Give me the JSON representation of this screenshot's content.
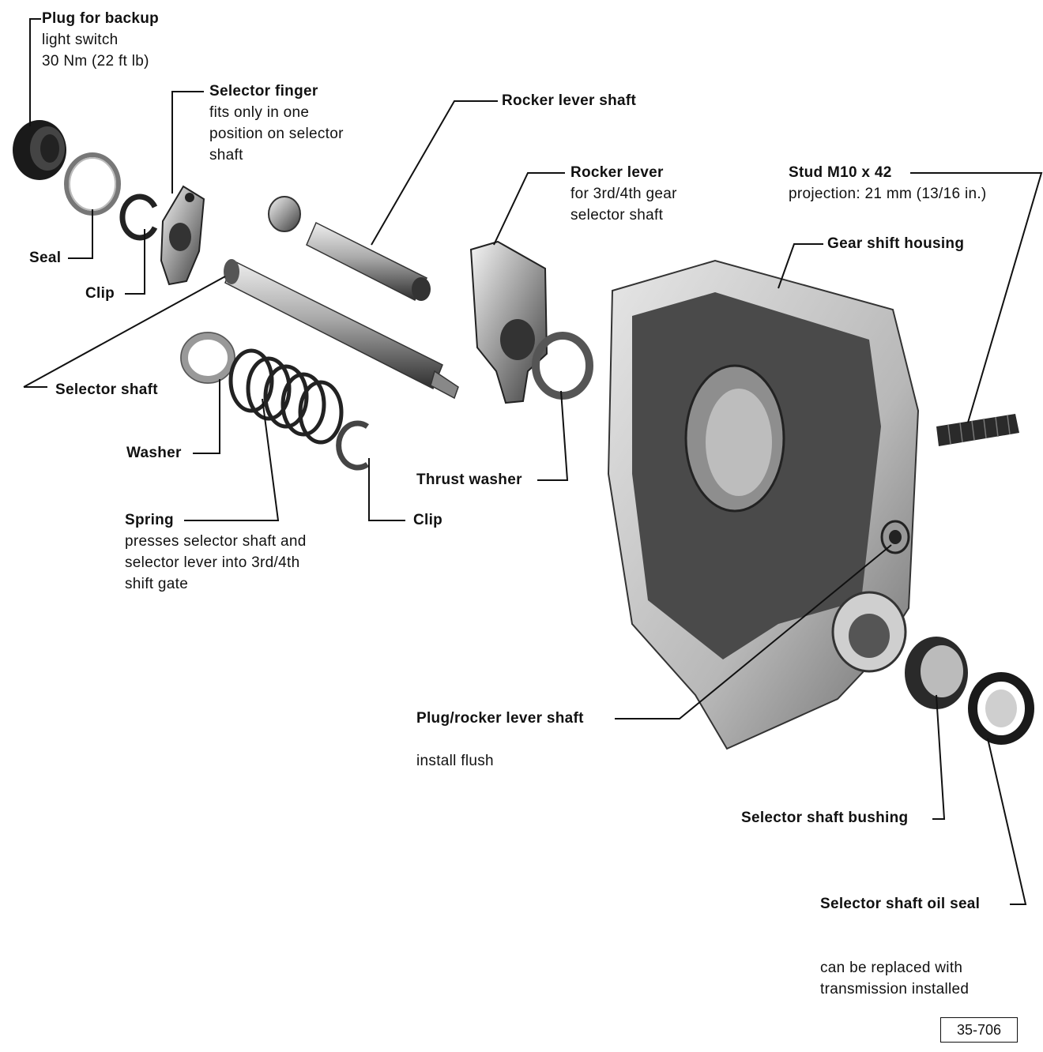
{
  "labels": {
    "plug_backup": {
      "title": "Plug for backup",
      "lines": [
        "light switch",
        "30 Nm (22 ft lb)"
      ]
    },
    "selector_finger": {
      "title": "Selector finger",
      "lines": [
        "fits only in one",
        "position on selector",
        "shaft"
      ]
    },
    "rocker_lever_shaft": {
      "title": "Rocker lever shaft"
    },
    "rocker_lever": {
      "title": "Rocker lever",
      "lines": [
        "for 3rd/4th gear",
        "selector shaft"
      ]
    },
    "stud": {
      "title": "Stud M10 x 42",
      "lines": [
        "projection: 21 mm (13/16 in.)"
      ]
    },
    "gear_shift_housing": {
      "title": "Gear shift housing"
    },
    "seal": {
      "title": "Seal"
    },
    "clip_top": {
      "title": "Clip"
    },
    "selector_shaft": {
      "title": "Selector shaft"
    },
    "washer": {
      "title": "Washer"
    },
    "thrust_washer": {
      "title": "Thrust washer"
    },
    "clip_bottom": {
      "title": "Clip"
    },
    "spring": {
      "title": "Spring",
      "lines": [
        "presses selector shaft and",
        "selector lever into 3rd/4th",
        "shift gate"
      ]
    },
    "plug_rocker": {
      "title": "Plug/rocker lever shaft",
      "note": "install flush"
    },
    "selector_bushing": {
      "title": "Selector shaft bushing"
    },
    "oil_seal": {
      "title": "Selector shaft oil seal",
      "note": "can be replaced with transmission installed"
    }
  },
  "figure_number": "35-706"
}
